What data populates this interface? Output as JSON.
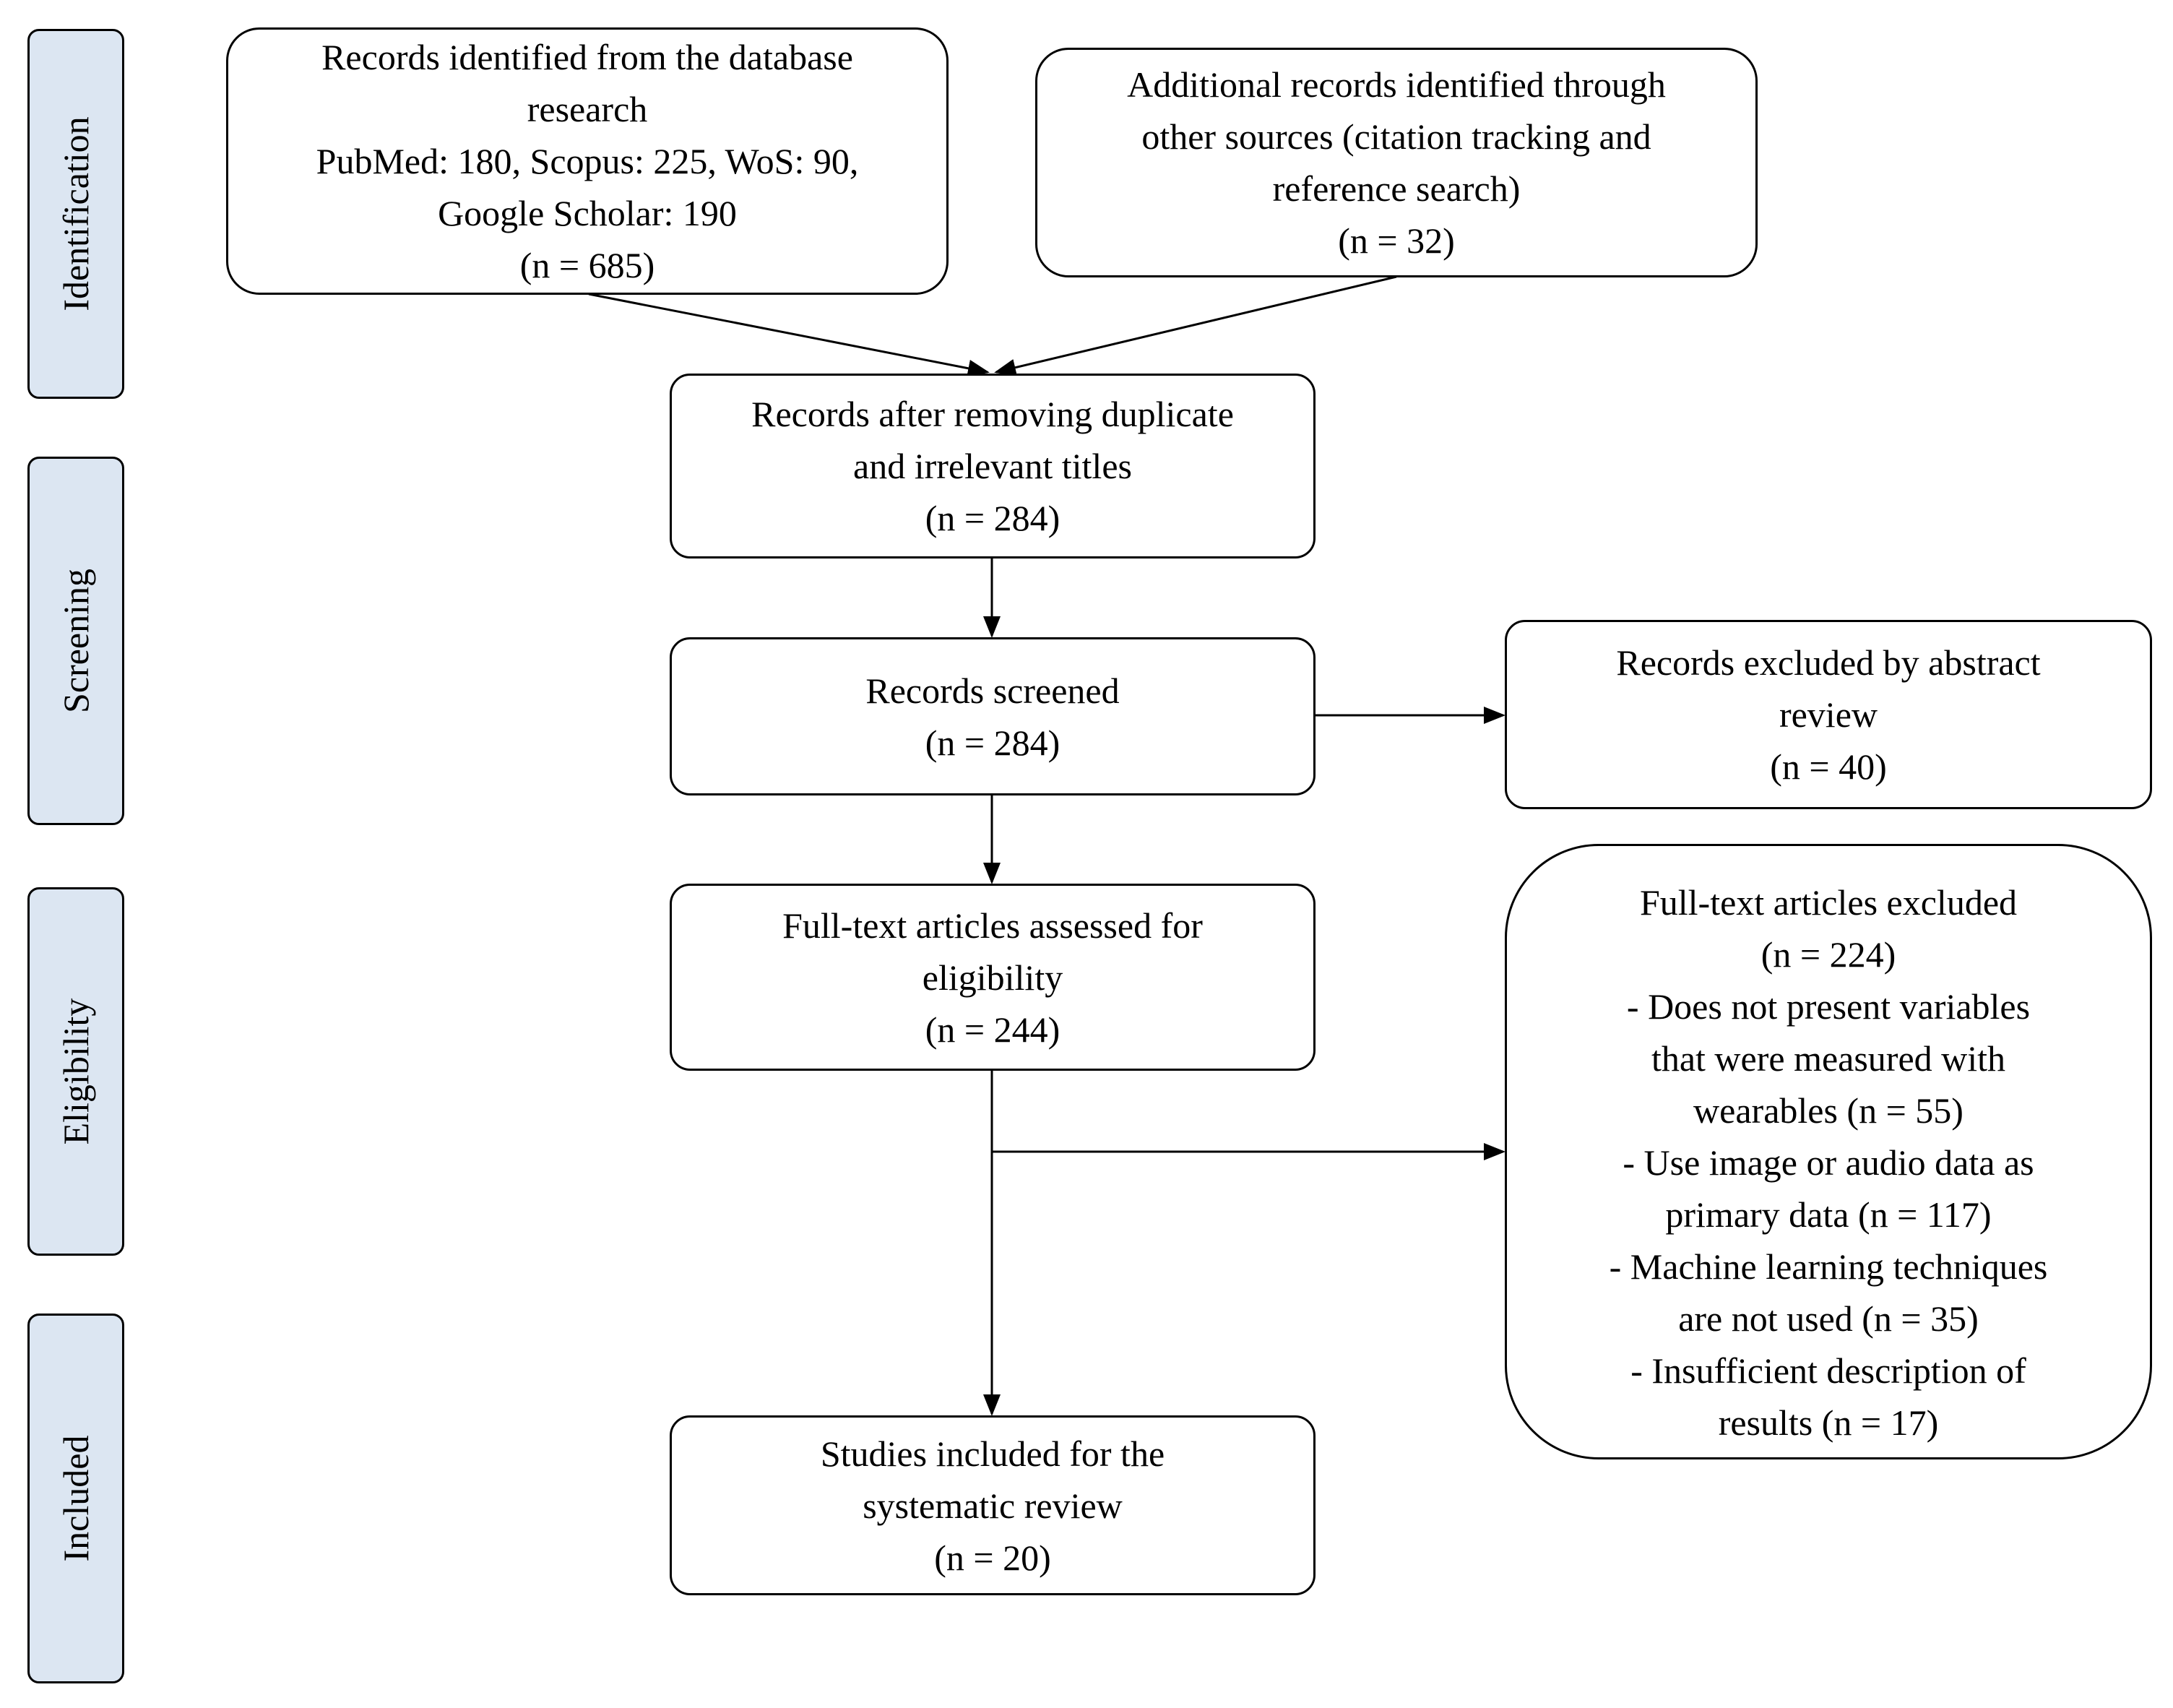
{
  "phases": {
    "identification": "Identification",
    "screening": "Screening",
    "eligibility": "Eligibility",
    "included": "Included"
  },
  "boxes": {
    "database": {
      "line1": "Records identified from the database",
      "line2": "research",
      "line3": "PubMed: 180, Scopus: 225, WoS: 90,",
      "line4": "Google Scholar: 190",
      "line5": "(n = 685)"
    },
    "additional": {
      "line1": "Additional records identified through",
      "line2": "other sources (citation tracking and",
      "line3": "reference search)",
      "line4": "(n = 32)"
    },
    "after_duplicates": {
      "line1": "Records after removing duplicate",
      "line2": "and irrelevant titles",
      "line3": "(n = 284)"
    },
    "screened": {
      "line1": "Records screened",
      "line2": "(n = 284)"
    },
    "excluded_abstract": {
      "line1": "Records excluded by abstract",
      "line2": "review",
      "line3": "(n = 40)"
    },
    "fulltext_assessed": {
      "line1": "Full-text articles assessed for",
      "line2": "eligibility",
      "line3": "(n = 244)"
    },
    "fulltext_excluded": {
      "title": "Full-text articles excluded",
      "count": "(n = 224)",
      "lines": [
        "- Does not present variables",
        "that were measured with",
        "wearables (n = 55)",
        "- Use image or audio data as",
        "primary data (n = 117)",
        "- Machine learning techniques",
        "are not used (n = 35)",
        "- Insufficient description of",
        "results (n = 17)"
      ]
    },
    "included": {
      "line1": "Studies included for the",
      "line2": "systematic review",
      "line3": "(n = 20)"
    }
  }
}
